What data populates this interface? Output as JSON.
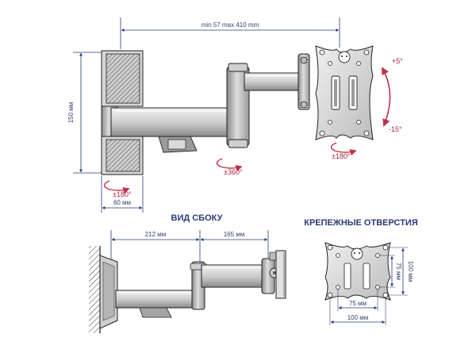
{
  "front_view": {
    "width_label": "min 57 max 410 mm",
    "height_label": "150 мм",
    "base_width_label": "60 мм",
    "tilt_up_label": "+5°",
    "tilt_down_label": "-15°",
    "base_rotation_label": "±180°",
    "elbow_rotation_label": "±360°",
    "plate_rotation_label": "±180°"
  },
  "side_view": {
    "title": "ВИД СБОКУ",
    "arm1_label": "212 мм",
    "arm2_label": "165 мм"
  },
  "holes_view": {
    "title": "КРЕПЕЖНЫЕ ОТВЕРСТИЯ",
    "inner_vertical_label": "75 мм",
    "outer_vertical_label": "100 мм",
    "inner_horizontal_label": "75 мм",
    "outer_horizontal_label": "100 мм"
  },
  "colors": {
    "dimension_line": "#2a3a7a",
    "rotation_arrow": "#c0304a",
    "outline": "#222222",
    "metal_light": "#e6e6e6",
    "metal_mid": "#bdbdbd",
    "metal_dark": "#7a7a7a"
  }
}
